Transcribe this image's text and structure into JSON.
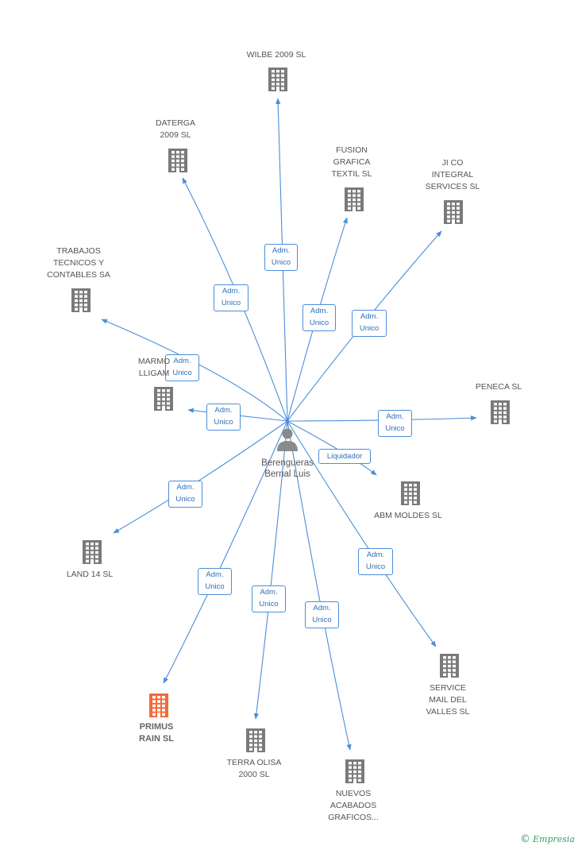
{
  "colors": {
    "edge": "#4a8edb",
    "building": "#7a7a7a",
    "building_highlight": "#f26a3b",
    "person": "#8a8a8a"
  },
  "center": {
    "name": "Berengueras\nBernal Luis",
    "icon": "person-icon"
  },
  "nodes": [
    {
      "id": "wilbe",
      "label": "WILBE 2009 SL",
      "icon": "building-icon"
    },
    {
      "id": "daterga",
      "label": "DATERGA\n2009 SL",
      "icon": "building-icon"
    },
    {
      "id": "fusion",
      "label": "FUSION\nGRAFICA\nTEXTIL SL",
      "icon": "building-icon"
    },
    {
      "id": "jico",
      "label": "JI CO\nINTEGRAL\nSERVICES SL",
      "icon": "building-icon"
    },
    {
      "id": "trabajos",
      "label": "TRABAJOS\nTECNICOS Y\nCONTABLES SA",
      "icon": "building-icon"
    },
    {
      "id": "marmol",
      "label": "MARMO\nLLIGAM",
      "icon": "building-icon"
    },
    {
      "id": "peneca",
      "label": "PENECA SL",
      "icon": "building-icon"
    },
    {
      "id": "abm",
      "label": "ABM MOLDES SL",
      "icon": "building-icon"
    },
    {
      "id": "land",
      "label": "LAND 14 SL",
      "icon": "building-icon"
    },
    {
      "id": "primus",
      "label": "PRIMUS\nRAIN SL",
      "icon": "building-icon",
      "highlight": true
    },
    {
      "id": "terra",
      "label": "TERRA OLISA\n2000 SL",
      "icon": "building-icon"
    },
    {
      "id": "nuevos",
      "label": "NUEVOS\nACABADOS\nGRAFICOS...",
      "icon": "building-icon"
    },
    {
      "id": "service",
      "label": "SERVICE\nMAIL DEL\nVALLES SL",
      "icon": "building-icon"
    }
  ],
  "edges": [
    {
      "to": "wilbe",
      "label": "Adm.\nUnico"
    },
    {
      "to": "daterga",
      "label": "Adm.\nUnico"
    },
    {
      "to": "fusion",
      "label": "Adm.\nUnico"
    },
    {
      "to": "jico",
      "label": "Adm.\nUnico"
    },
    {
      "to": "trabajos",
      "label": "Adm.\nUnico"
    },
    {
      "to": "marmol",
      "label": "Adm.\nUnico"
    },
    {
      "to": "peneca",
      "label": "Adm.\nUnico"
    },
    {
      "to": "abm",
      "label": "Liquidador"
    },
    {
      "to": "land",
      "label": "Adm.\nUnico"
    },
    {
      "to": "primus",
      "label": "Adm.\nUnico"
    },
    {
      "to": "terra",
      "label": "Adm.\nUnico"
    },
    {
      "to": "nuevos",
      "label": "Adm.\nUnico"
    },
    {
      "to": "service",
      "label": "Adm.\nUnico"
    }
  ],
  "footer": {
    "copyright": "©",
    "brand": "Empresia"
  }
}
